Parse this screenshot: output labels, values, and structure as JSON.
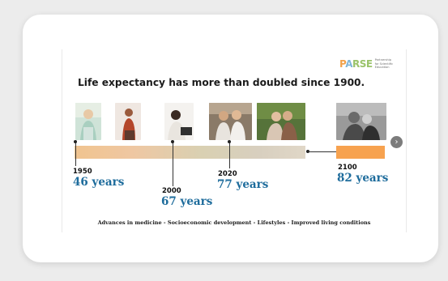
{
  "slide": {
    "logo": {
      "mark_part1": "P",
      "mark_part2": "A",
      "mark_part3": "RSE",
      "sub_line1": "Partnership",
      "sub_line2": "for Scientific",
      "sub_line3": "Education"
    },
    "headline": "Life expectancy has more than doubled since 1900.",
    "milestones": [
      {
        "year": "1950",
        "life_expectancy": "46 years"
      },
      {
        "year": "2000",
        "life_expectancy": "67 years"
      },
      {
        "year": "2020",
        "life_expectancy": "77 years"
      },
      {
        "year": "2100",
        "life_expectancy": "82 years"
      }
    ],
    "footer": "Advances in medicine - Socioeconomic development - Lifestyles - Improved living conditions",
    "next_button_icon": "chevron-right-icon",
    "colors": {
      "headline": "#1b1b1b",
      "life_expectancy": "#1e6c9c",
      "future_bar": "#f7a24f",
      "past_bar_start": "#f0c48f",
      "past_bar_end": "#e0d7c7"
    }
  }
}
